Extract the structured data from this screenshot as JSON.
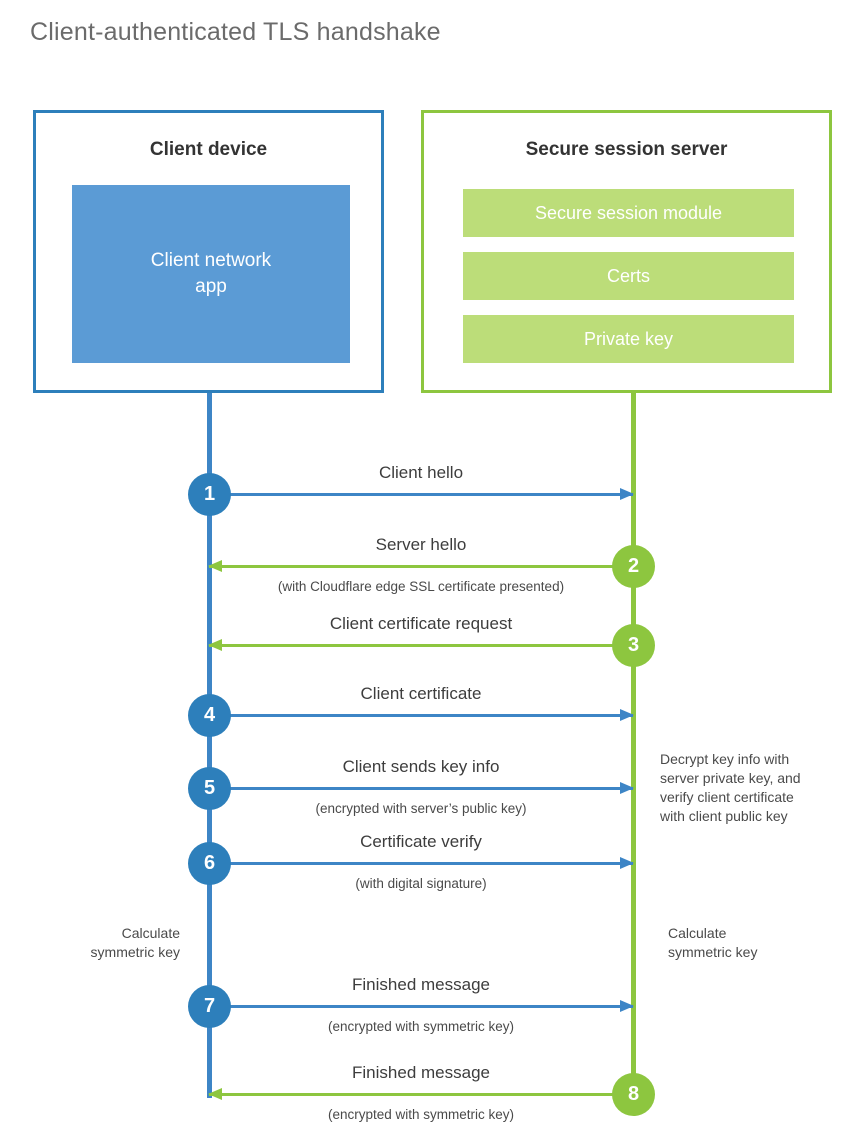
{
  "page": {
    "title": "Client-authenticated TLS handshake"
  },
  "colors": {
    "client_blue": "#2d7fbb",
    "client_app_blue": "#5b9bd5",
    "arrow_blue": "#3d85c6",
    "server_green": "#8dc63f",
    "server_bar_green": "#bcdd79",
    "text_dark": "#3d3d3d",
    "title_gray": "#6b6b6b",
    "background": "#ffffff"
  },
  "client": {
    "box_title": "Client device",
    "app_label": "Client network\napp"
  },
  "server": {
    "box_title": "Secure session server",
    "modules": [
      "Secure session module",
      "Certs",
      "Private key"
    ]
  },
  "messages": [
    {
      "step": "1",
      "label": "Client hello",
      "sublabel": "",
      "direction": "to-server",
      "side": "client"
    },
    {
      "step": "2",
      "label": "Server hello",
      "sublabel": "(with Cloudflare edge SSL certificate presented)",
      "direction": "to-client",
      "side": "server"
    },
    {
      "step": "3",
      "label": "Client certificate request",
      "sublabel": "",
      "direction": "to-client",
      "side": "server"
    },
    {
      "step": "4",
      "label": "Client certificate",
      "sublabel": "",
      "direction": "to-server",
      "side": "client"
    },
    {
      "step": "5",
      "label": "Client sends key info",
      "sublabel": "(encrypted with server’s public key)",
      "direction": "to-server",
      "side": "client"
    },
    {
      "step": "6",
      "label": "Certificate verify",
      "sublabel": "(with digital signature)",
      "direction": "to-server",
      "side": "client"
    },
    {
      "step": "7",
      "label": "Finished message",
      "sublabel": "(encrypted with symmetric key)",
      "direction": "to-server",
      "side": "client"
    },
    {
      "step": "8",
      "label": "Finished message",
      "sublabel": "(encrypted with symmetric key)",
      "direction": "to-client",
      "side": "server"
    }
  ],
  "notes": {
    "decrypt": "Decrypt key info with\nserver private key, and\nverify client certificate\nwith client public key",
    "calculate_client": "Calculate\nsymmetric key",
    "calculate_server": "Calculate\nsymmetric key"
  }
}
